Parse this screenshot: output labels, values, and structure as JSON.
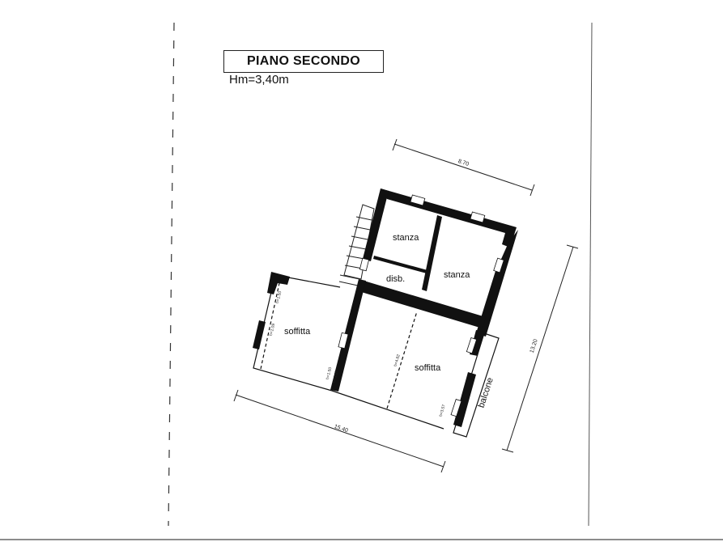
{
  "title": "PIANO SECONDO",
  "height_note": "Hm=3,40m",
  "rooms": {
    "stanza_1": "stanza",
    "stanza_2": "stanza",
    "disb": "disb.",
    "soffitta_1": "soffitta",
    "soffitta_2": "soffitta",
    "balcone": "balcone"
  },
  "heights": {
    "h1": "h=1.50",
    "h2": "h=1.09",
    "h3": "h=1.50",
    "h4": "h=3.57",
    "h5": "h=4.82",
    "h6": "h=3.57"
  },
  "dimensions": {
    "top": "8.70",
    "right": "13.20",
    "bottom": "15.40"
  },
  "colors": {
    "wall": "#111111",
    "paper": "#ffffff"
  }
}
